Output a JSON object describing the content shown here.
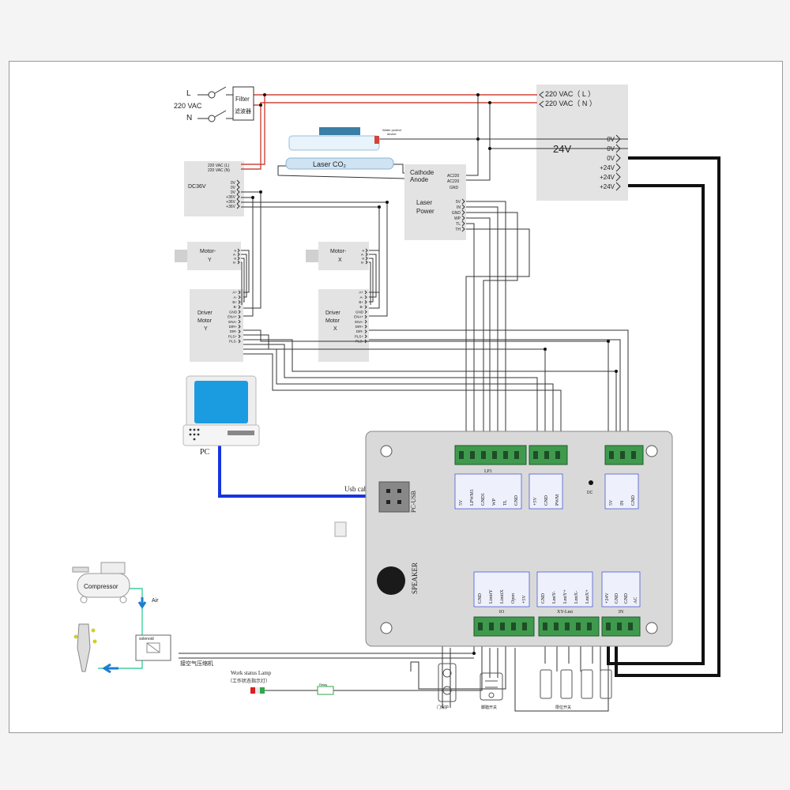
{
  "mains": {
    "l": "L",
    "n": "N",
    "voltage": "220 VAC",
    "filter_en": "Filter",
    "filter_cn": "滤波器"
  },
  "psu24": {
    "in_l": "220 VAC（ L ）",
    "in_n": "220 VAC（ N ）",
    "title": "24V",
    "pins": [
      "0V",
      "0V",
      "0V",
      "+24V",
      "+24V",
      "+24V"
    ]
  },
  "dc36": {
    "in_l": "220 VAC (L)",
    "in_n": "220 VAC (N)",
    "title": "DC36V",
    "pins": [
      "0V",
      "0V",
      "0V",
      "+36V",
      "+36V",
      "+36V"
    ]
  },
  "laser_tube": {
    "label": "Laser CO₂",
    "note1": "Water protect",
    "note2": "device"
  },
  "laser_power": {
    "title1": "Laser",
    "title2": "Power",
    "cathode": "Cathode",
    "anode": "Anode",
    "ac1": "AC220",
    "ac2": "AC220",
    "gnd": "GND",
    "pins": [
      "5V",
      "IN",
      "GND",
      "WP",
      "TL",
      "TH"
    ]
  },
  "motor_y": {
    "l1": "Motor-",
    "l2": "Y",
    "pins": [
      "A",
      "A-",
      "B",
      "B-"
    ]
  },
  "motor_x": {
    "l1": "Motor-",
    "l2": "X",
    "pins": [
      "A",
      "A-",
      "B",
      "B-"
    ]
  },
  "driver_y": {
    "l1": "Driver",
    "l2": "Motor",
    "l3": "Y",
    "pins": [
      "A+",
      "A-",
      "B+",
      "B-",
      "GND",
      "ENA+",
      "ENA-",
      "DIR+",
      "DIR-",
      "PLS+",
      "PLS-"
    ]
  },
  "driver_x": {
    "l1": "Driver",
    "l2": "Motor",
    "l3": "X",
    "pins": [
      "A+",
      "A-",
      "B+",
      "B-",
      "GND",
      "ENA+",
      "ENA-",
      "DIR+",
      "DIR-",
      "PLS+",
      "PLS-"
    ]
  },
  "pc": {
    "label": "PC",
    "usb_cable": "Usb cable"
  },
  "controller": {
    "pc_usb": "PC-USB",
    "speaker": "SPEAKER",
    "dc": "DC",
    "top_left_group": "LP1",
    "top_left_pins": [
      "5V",
      "LPWM1",
      "GND1",
      "WP",
      "TL",
      "GND"
    ],
    "top_mid_pins": [
      "+5V",
      "GND",
      "PWM"
    ],
    "top_right_pins": [
      "5V",
      "IN",
      "GND"
    ],
    "bot_left_group": "IO",
    "bot_left_pins": [
      "GND",
      "LimitY",
      "LimitX",
      "Open",
      "+5V"
    ],
    "bot_mid_group": "XY-Lmt",
    "bot_mid_pins": [
      "GND",
      "LmtY-",
      "LmtY+",
      "LmtX-",
      "LmtX+"
    ],
    "bot_right_group": "IN",
    "bot_right_pins": [
      "+24V",
      "GND",
      "GND",
      "AC"
    ]
  },
  "compressor": {
    "label": "Compressor",
    "air": "Air"
  },
  "solenoid": {
    "label": "solenoid",
    "cn": "接空气压缩机"
  },
  "lamp": {
    "en": "Work status Lamp",
    "cn": "（工作状态指示灯）",
    "relay": "Relay"
  },
  "switches": {
    "sw1": "门保护",
    "sw2": "脚踏开关",
    "limits": "限位开关"
  },
  "colors": {
    "mains": "#d0453a",
    "usb": "#1535e0",
    "wire": "#333333",
    "power24": "#111111",
    "box": "#e3e3e3",
    "board": "#d9d9d9",
    "terminal": "#3f9a4e",
    "screen": "#1b9ce0",
    "pinblue": "#1a2fc9"
  }
}
